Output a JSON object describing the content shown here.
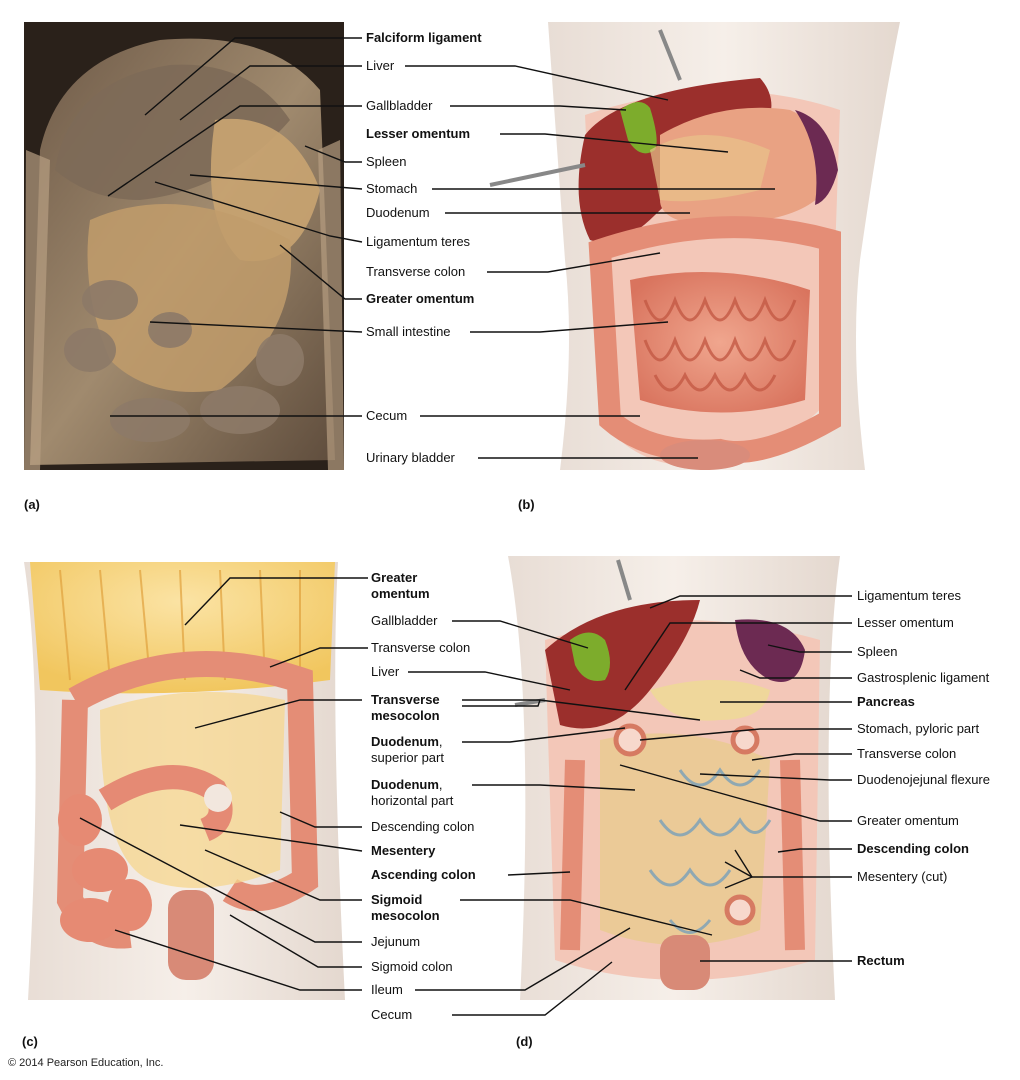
{
  "panels": {
    "a": "(a)",
    "b": "(b)",
    "c": "(c)",
    "d": "(d)"
  },
  "copyright": "© 2014 Pearson Education, Inc.",
  "labels_ab": {
    "falciform": "Falciform ligament",
    "liver": "Liver",
    "gallbladder": "Gallbladder",
    "lesser_omentum": "Lesser omentum",
    "spleen": "Spleen",
    "stomach": "Stomach",
    "duodenum": "Duodenum",
    "ligamentum_teres": "Ligamentum teres",
    "transverse_colon": "Transverse colon",
    "greater_omentum": "Greater omentum",
    "small_intestine": "Small intestine",
    "cecum": "Cecum",
    "urinary_bladder": "Urinary bladder"
  },
  "labels_c": {
    "greater_omentum_1": "Greater",
    "greater_omentum_2": "omentum",
    "gallbladder": "Gallbladder",
    "transverse_colon": "Transverse colon",
    "liver": "Liver",
    "transverse_mesocolon_1": "Transverse",
    "transverse_mesocolon_2": "mesocolon",
    "duodenum_sup_bold": "Duodenum",
    "duodenum_sup_rest": ",",
    "duodenum_sup_2": "superior part",
    "duodenum_hor_bold": "Duodenum",
    "duodenum_hor_rest": ",",
    "duodenum_hor_2": "horizontal part",
    "descending_colon": "Descending colon",
    "mesentery": "Mesentery",
    "ascending_colon": "Ascending colon",
    "sigmoid_mesocolon_1": "Sigmoid",
    "sigmoid_mesocolon_2": "mesocolon",
    "jejunum": "Jejunum",
    "sigmoid_colon": "Sigmoid colon",
    "ileum": "Ileum",
    "cecum": "Cecum"
  },
  "labels_d": {
    "ligamentum_teres": "Ligamentum teres",
    "lesser_omentum": "Lesser omentum",
    "spleen": "Spleen",
    "gastrosplenic": "Gastrosplenic ligament",
    "pancreas": "Pancreas",
    "stomach_pyloric": "Stomach, pyloric part",
    "transverse_colon": "Transverse colon",
    "duodenojejunal": "Duodenojejunal flexure",
    "greater_omentum": "Greater omentum",
    "descending_colon": "Descending colon",
    "mesentery_cut": "Mesentery (cut)",
    "rectum": "Rectum"
  }
}
